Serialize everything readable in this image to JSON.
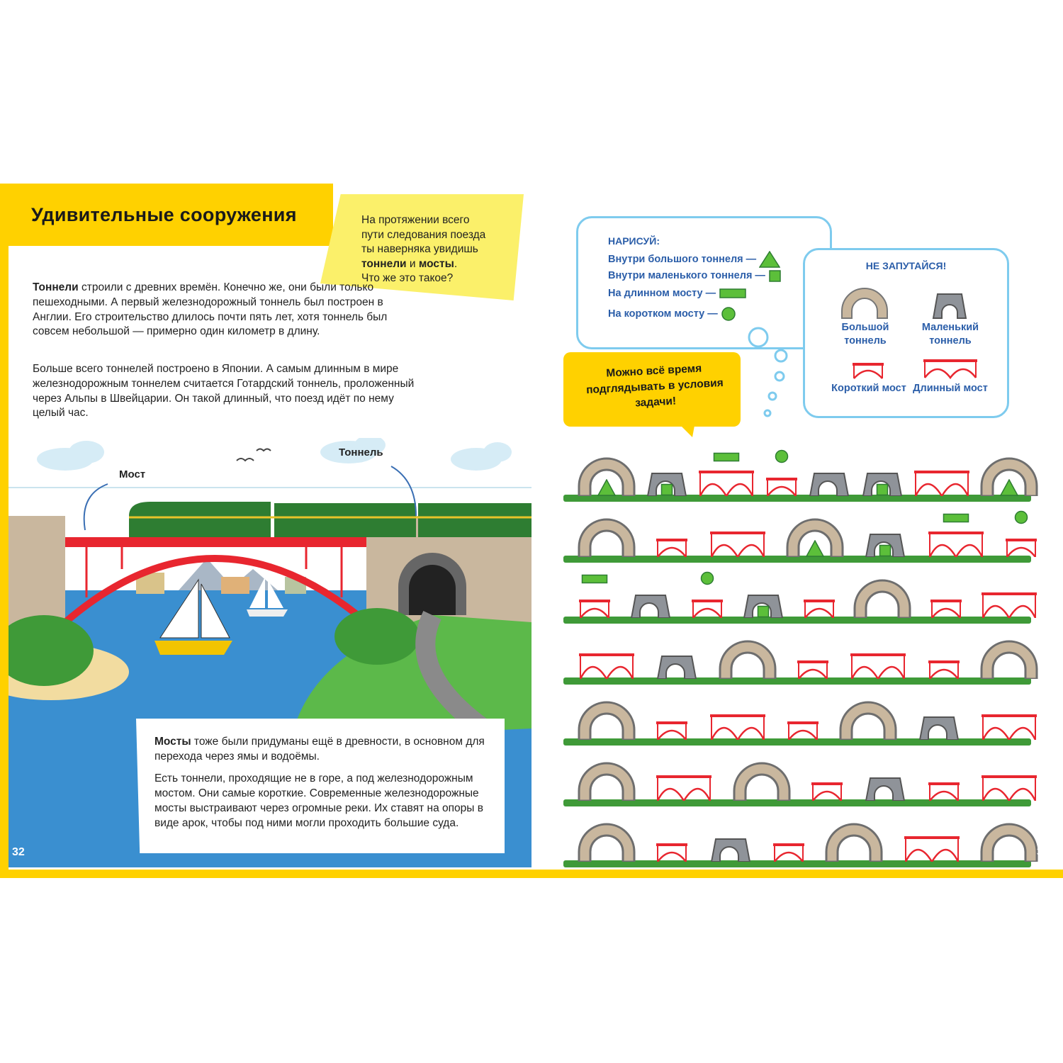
{
  "left_page": {
    "title": "Удивительные сооружения",
    "intro": {
      "line1": "На протяжении всего",
      "line2": "пути следования поезда",
      "line3": "ты наверняка увидишь",
      "bold1": "тоннели",
      "and": " и ",
      "bold2": "мосты",
      "dot": ".",
      "line5": "Что же это такое?"
    },
    "para1": {
      "bold": "Тоннели",
      "text": " строили с древних времён. Конечно же, они были только пешеходными. А первый железнодорожный тоннель был построен в Англии. Его строительство длилось почти пять лет, хотя тоннель был совсем небольшой — примерно один километр в длину."
    },
    "para2": "Больше всего тоннелей построено в Японии. А самым длинным в мире железнодорожным тоннелем считается Готардский тоннель, проложенный через Альпы в Швейцарии. Он такой длинный, что поезд идёт по нему целый час.",
    "label_bridge": "Мост",
    "label_tunnel": "Тоннель",
    "note": {
      "bold": "Мосты",
      "text1": " тоже были придуманы ещё в древности, в основном для перехода через ямы и водоёмы.",
      "text2": "Есть тоннели, проходящие не в горе, а под железнодорожным мостом. Они самые короткие. Современные железнодорожные мосты выстраивают через огромные реки. Их ставят на опоры в виде арок, чтобы под ними могли проходить большие суда."
    },
    "page_number": "32"
  },
  "right_page": {
    "draw": {
      "heading": "НАРИСУЙ:",
      "rows": [
        {
          "text": "Внутри большого тоннеля —",
          "shape": "triangle-icon"
        },
        {
          "text": "Внутри маленького тоннеля —",
          "shape": "square-icon"
        },
        {
          "text": "На длинном мосту —",
          "shape": "rectangle-icon"
        },
        {
          "text": "На коротком мосту —",
          "shape": "circle-icon"
        }
      ]
    },
    "key": {
      "heading": "НЕ ЗАПУТАЙСЯ!",
      "big_tunnel": "Большой тоннель",
      "small_tunnel": "Маленький тоннель",
      "short_bridge": "Короткий мост",
      "long_bridge": "Длинный мост"
    },
    "hint": "Можно всё время подглядывать в условия задачи!",
    "rows": [
      [
        "BT:tri",
        "ST:sq",
        "LB:rect",
        "SB:circ",
        "ST",
        "ST:sq",
        "LB",
        "BT:tri"
      ],
      [
        "BT",
        "SB",
        "LB",
        "BT:tri",
        "ST:sq",
        "LB:rect",
        "SB:circ"
      ],
      [
        "SB:rect",
        "ST",
        "SB:circ",
        "ST:sq",
        "SB",
        "BT",
        "SB",
        "LB"
      ],
      [
        "LB",
        "ST",
        "BT",
        "SB",
        "LB",
        "SB",
        "BT"
      ],
      [
        "BT",
        "SB",
        "LB",
        "SB",
        "BT",
        "ST",
        "LB"
      ],
      [
        "BT",
        "LB",
        "BT",
        "SB",
        "ST",
        "SB",
        "LB"
      ],
      [
        "BT",
        "SB",
        "ST",
        "SB",
        "BT",
        "LB",
        "BT"
      ]
    ],
    "colors": {
      "accent": "#ffd100",
      "blue_text": "#2b5ea9",
      "bubble": "#7ecbee",
      "bridge_red": "#e8262f",
      "green": "#3f9a38"
    },
    "page_number": "33"
  }
}
